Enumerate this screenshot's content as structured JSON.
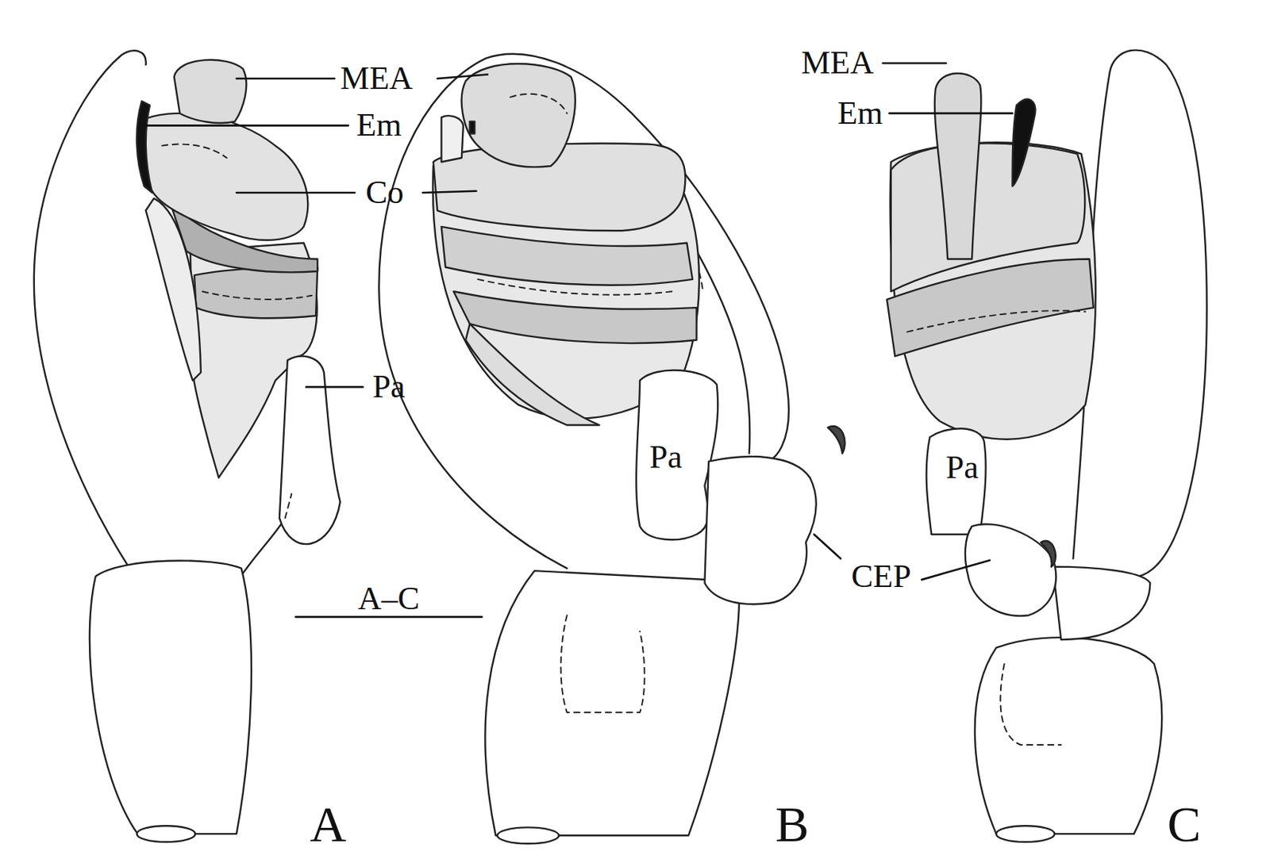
{
  "diagram": {
    "labels": [
      "MEA",
      "Em",
      "Co",
      "Pa",
      "Pa",
      "CEP",
      "MEA",
      "Em",
      "Pa",
      "A–C",
      "A",
      "B",
      "C"
    ]
  }
}
